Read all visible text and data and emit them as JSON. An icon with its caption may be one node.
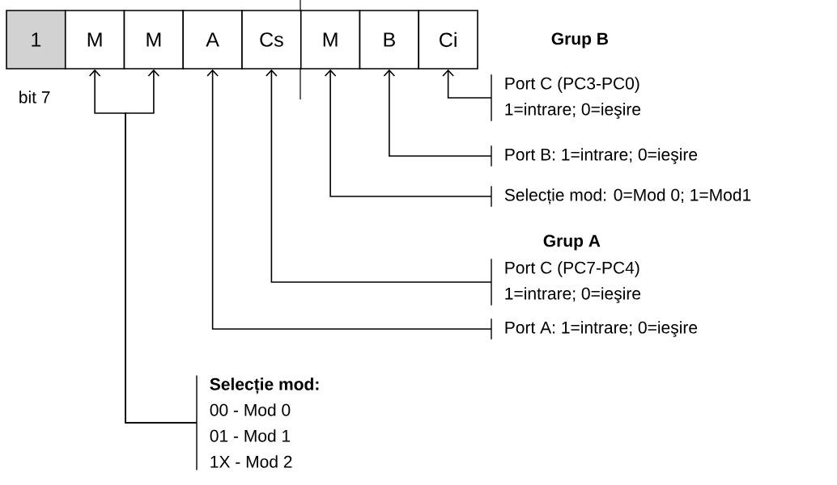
{
  "diagram": {
    "nodes": [
      {
        "text": [
          "1"
        ]
      },
      {
        "text": [
          "M"
        ]
      },
      {
        "text": [
          "M"
        ]
      },
      {
        "text": [
          "A"
        ]
      },
      {
        "text": [
          "Cs"
        ]
      },
      {
        "text": [
          "M"
        ]
      },
      {
        "text": [
          "B"
        ]
      },
      {
        "text": [
          "Ci"
        ]
      },
      {
        "text": [
          "Port C (PC3-PC0)",
          "1=intrare; 0=ieşire"
        ]
      },
      {
        "text": [
          "Port B: 1=intrare; 0=ieşire"
        ]
      },
      {
        "text": [
          "Selecție mod: 0=Mod 0; 1=Mod1"
        ]
      },
      {
        "text": [
          "Port C (PC7-PC4)",
          "1=intrare; 0=ieşire"
        ]
      },
      {
        "text": [
          "Port A: 1=intrare; 0=ieşire"
        ]
      },
      {
        "text": [
          "Selecție mod:",
          "00 - Mod 0",
          "01 - Mod 1",
          "1X - Mod 2"
        ]
      }
    ],
    "edges": [
      {
        "from": 8,
        "to": 7,
        "arrow": "to"
      },
      {
        "from": 9,
        "to": 6,
        "arrow": "to"
      },
      {
        "from": 10,
        "to": 5,
        "arrow": "to"
      },
      {
        "from": 11,
        "to": 4,
        "arrow": "to"
      },
      {
        "from": 12,
        "to": 3,
        "arrow": "to"
      },
      {
        "from": 13,
        "to": 1,
        "arrow": "to"
      },
      {
        "from": 13,
        "to": 2,
        "arrow": "to"
      }
    ],
    "labels": [
      "bit 7",
      "Grup B",
      "Grup A"
    ]
  }
}
